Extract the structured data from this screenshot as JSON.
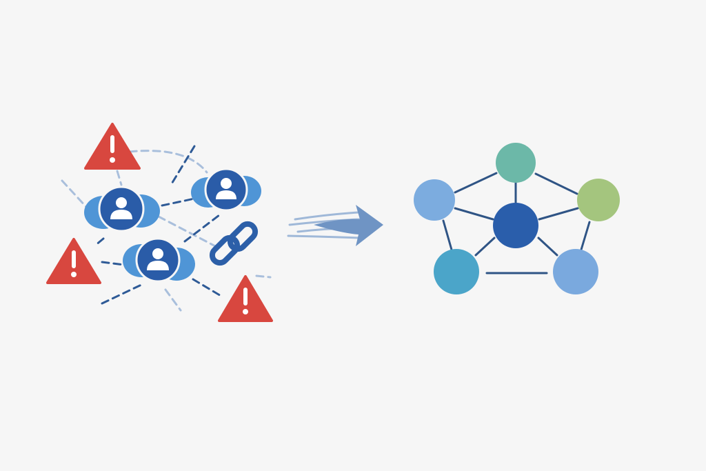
{
  "diagram": {
    "description_label": "",
    "colors": {
      "background": "#f6f6f6",
      "user_disc": "#2a5ca8",
      "user_cloud": "#4f95d6",
      "user_glyph": "#ffffff",
      "warning_fill": "#d8473f",
      "warning_glyph": "#ffffff",
      "link_icon": "#2c5fa8",
      "dashed_line_dark": "#2e5a96",
      "dashed_line_light": "#a9bfdc",
      "arrow_dark": "#6f94c4",
      "arrow_light": "#9fb8d8",
      "edge": "#2f5485",
      "hub": "#2a5eab",
      "node_teal": "#6cb8a8",
      "node_green": "#a4c57e",
      "node_light_blue": "#7cacdf",
      "node_cyan": "#4ba5c9",
      "node_sky": "#7aa9de"
    },
    "left_cluster": {
      "users": [
        {
          "icon": "user-icon"
        },
        {
          "icon": "user-icon"
        },
        {
          "icon": "user-icon"
        }
      ],
      "warnings": [
        {
          "icon": "warning-icon",
          "glyph": "!"
        },
        {
          "icon": "warning-icon",
          "glyph": "!"
        },
        {
          "icon": "warning-icon",
          "glyph": "!"
        }
      ],
      "link": {
        "icon": "chain-link-icon"
      }
    },
    "arrow": {
      "icon": "right-arrow-icon"
    },
    "right_network": {
      "hub": {
        "icon": "hub-node"
      },
      "nodes": [
        {
          "icon": "node-teal"
        },
        {
          "icon": "node-green"
        },
        {
          "icon": "node-light-blue"
        },
        {
          "icon": "node-cyan"
        },
        {
          "icon": "node-sky"
        }
      ]
    }
  }
}
